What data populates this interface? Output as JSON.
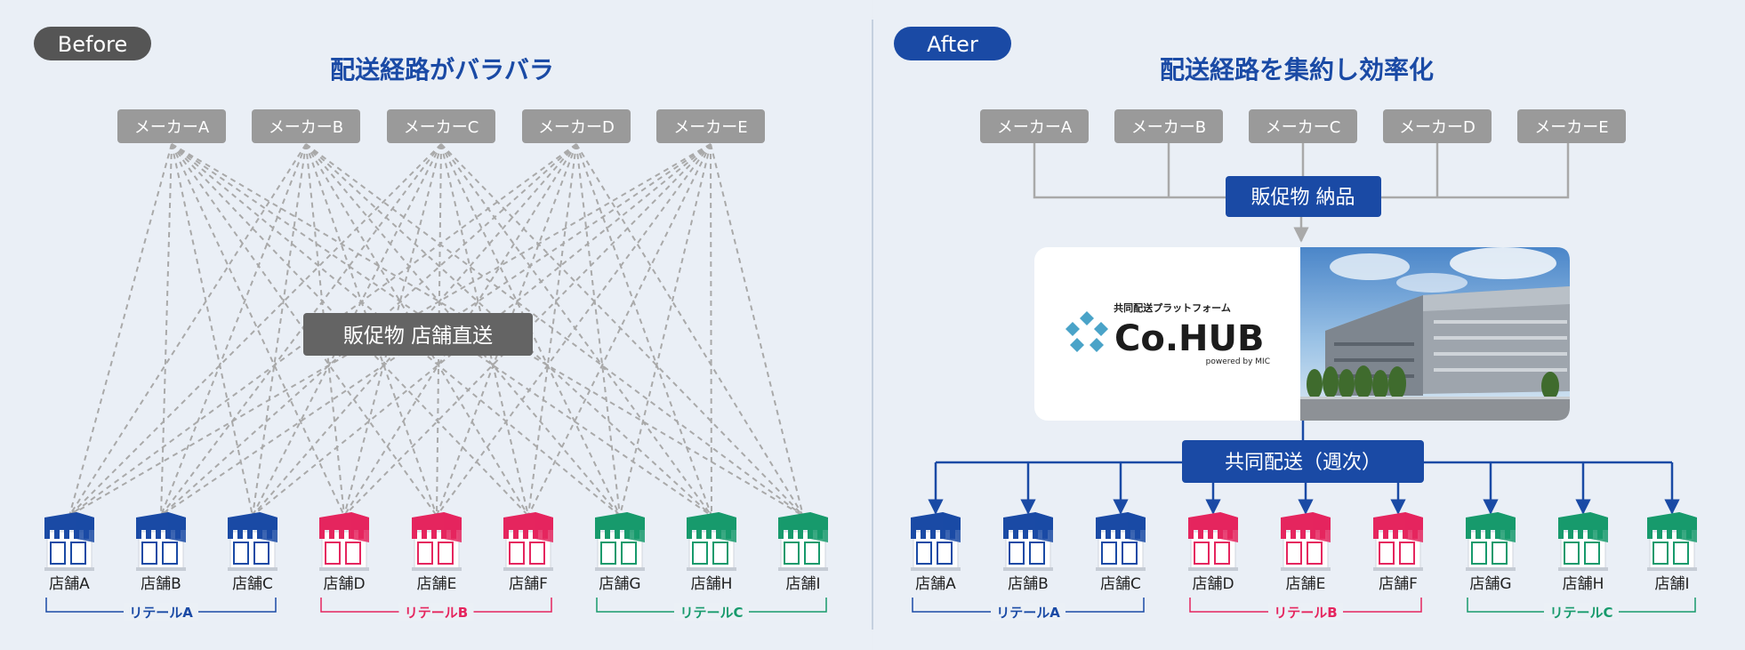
{
  "colors": {
    "background": "#e9eef5",
    "panel_bg": "#ebf0f6",
    "navy": "#1a4aa5",
    "gray_box": "#9a9a9a",
    "dark_box": "#646464",
    "pink": "#e5255e",
    "green": "#179a6c",
    "dash": "#a9a9a9"
  },
  "before": {
    "badge": "Before",
    "title": "配送経路がバラバラ",
    "center_label": "販促物 店舗直送",
    "makers": [
      "メーカーA",
      "メーカーB",
      "メーカーC",
      "メーカーD",
      "メーカーE"
    ],
    "stores": [
      "店舗A",
      "店舗B",
      "店舗C",
      "店舗D",
      "店舗E",
      "店舗F",
      "店舗G",
      "店舗H",
      "店舗I"
    ],
    "retailers": [
      "リテールA",
      "リテールB",
      "リテールC"
    ]
  },
  "after": {
    "badge": "After",
    "title": "配送経路を集約し効率化",
    "makers": [
      "メーカーA",
      "メーカーB",
      "メーカーC",
      "メーカーD",
      "メーカーE"
    ],
    "delivery_label": "販促物 納品",
    "hub": {
      "subtitle": "共同配送プラットフォーム",
      "name": "Co.HUB",
      "powered_by": "powered by MIC"
    },
    "joint_label": "共同配送（週次）",
    "stores": [
      "店舗A",
      "店舗B",
      "店舗C",
      "店舗D",
      "店舗E",
      "店舗F",
      "店舗G",
      "店舗H",
      "店舗I"
    ],
    "retailers": [
      "リテールA",
      "リテールB",
      "リテールC"
    ]
  }
}
